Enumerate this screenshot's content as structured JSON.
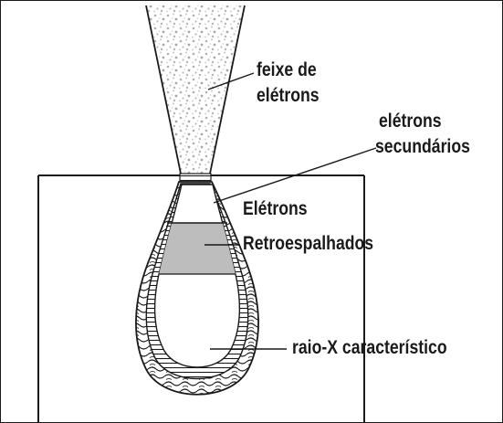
{
  "labels": {
    "beam_line1": "feixe de",
    "beam_line2": "elétrons",
    "secondary_line1": "elétrons",
    "secondary_line2": "secundários",
    "backscattered_line1": "Elétrons",
    "backscattered_line2": "Retroespalhados",
    "xray": "raio-X característico"
  },
  "colors": {
    "line": "#1a1a1a",
    "beam_speckle": "#b8b8b8",
    "backscattered_zone": "#bdbdbd",
    "background": "#ffffff"
  }
}
